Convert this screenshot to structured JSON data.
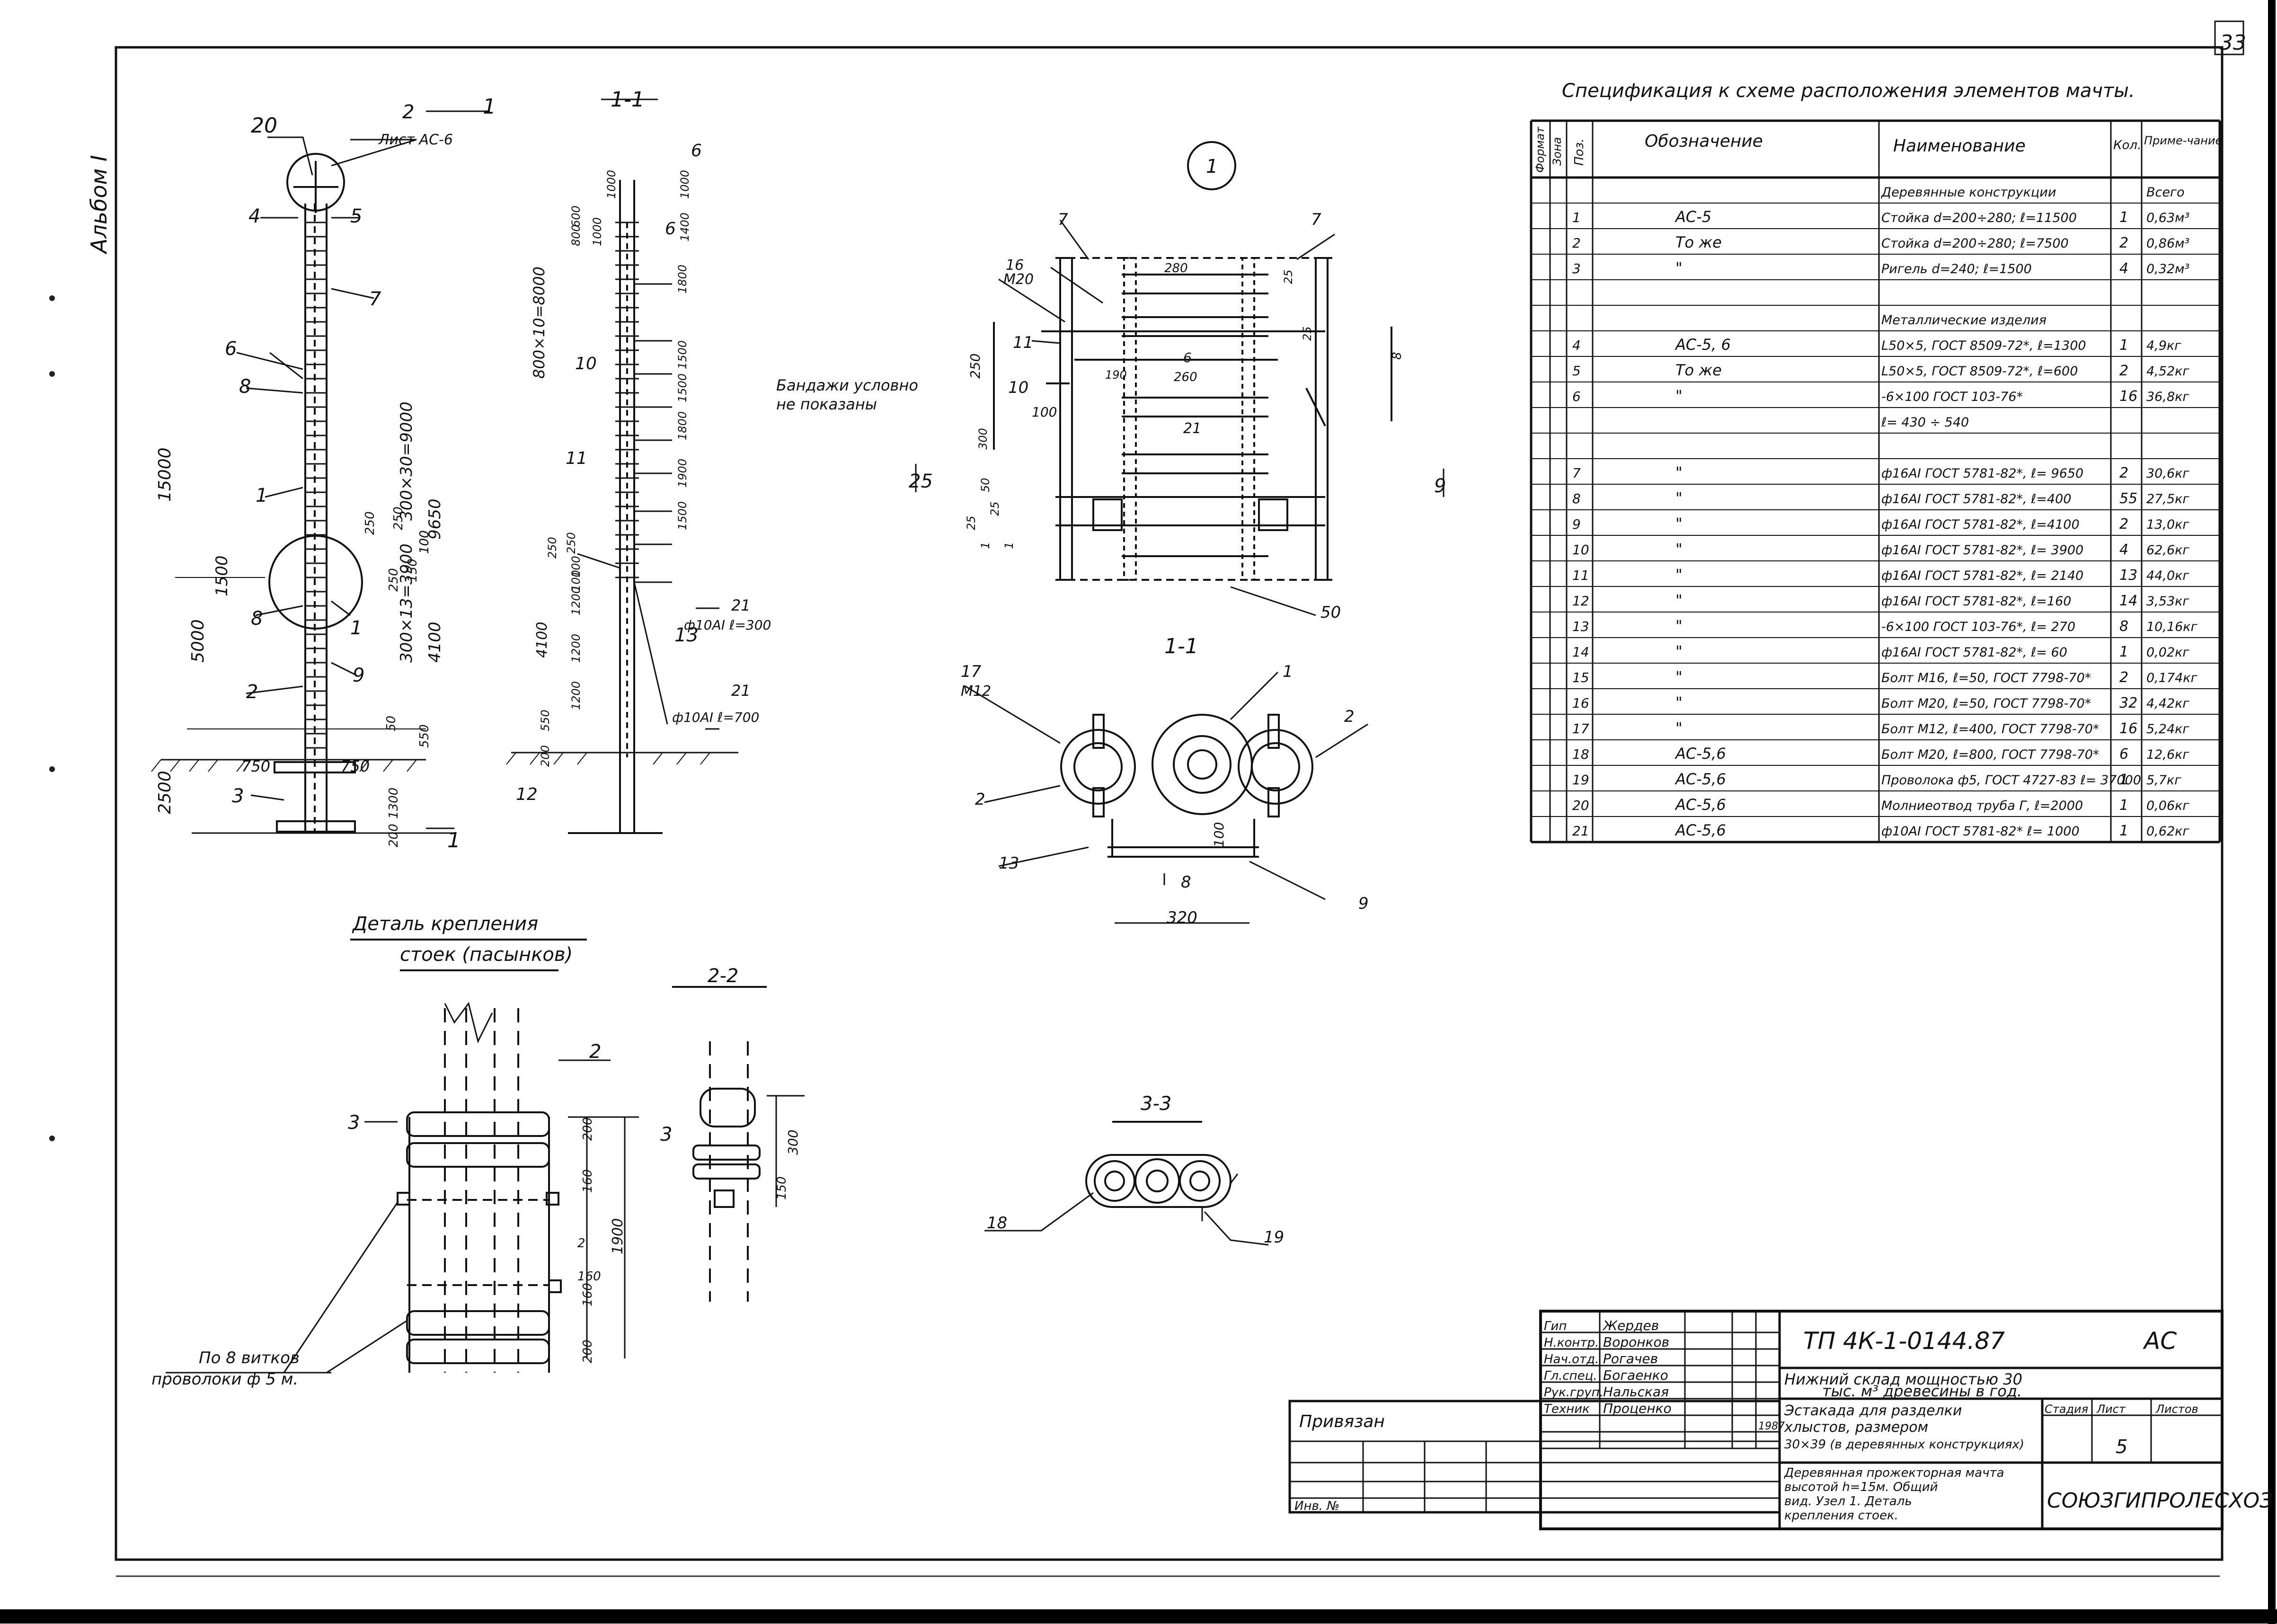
{
  "page_number": "33",
  "album_label": "Альбом I",
  "spec": {
    "title": "Спецификация к схеме расположения элементов мачты.",
    "headers": [
      "Формат",
      "Зона",
      "Поз.",
      "Обозначение",
      "Наименование",
      "Кол.",
      "Приме-чание"
    ],
    "rows": [
      {
        "pos": "",
        "designation": "",
        "name": "Деревянные конструкции",
        "qty": "",
        "note": "Всего"
      },
      {
        "pos": "1",
        "designation": "АС-5",
        "name": "Стойка d=200÷280; ℓ=11500",
        "qty": "1",
        "note": "0,63м³"
      },
      {
        "pos": "2",
        "designation": "То же",
        "name": "Стойка d=200÷280; ℓ=7500",
        "qty": "2",
        "note": "0,86м³"
      },
      {
        "pos": "3",
        "designation": "\"",
        "name": "Ригель d=240; ℓ=1500",
        "qty": "4",
        "note": "0,32м³"
      },
      {
        "pos": "",
        "designation": "",
        "name": "",
        "qty": "",
        "note": ""
      },
      {
        "pos": "",
        "designation": "",
        "name": "Металлические изделия",
        "qty": "",
        "note": ""
      },
      {
        "pos": "4",
        "designation": "АС-5, 6",
        "name": "L50×5, ГОСТ 8509-72*, ℓ=1300",
        "qty": "1",
        "note": "4,9кг"
      },
      {
        "pos": "5",
        "designation": "То же",
        "name": "L50×5, ГОСТ 8509-72*, ℓ=600",
        "qty": "2",
        "note": "4,52кг"
      },
      {
        "pos": "6",
        "designation": "\"",
        "name": "-6×100 ГОСТ 103-76*",
        "qty": "16",
        "note": "36,8кг"
      },
      {
        "pos": "",
        "designation": "",
        "name": "ℓ= 430 ÷ 540",
        "qty": "",
        "note": ""
      },
      {
        "pos": "",
        "designation": "",
        "name": "",
        "qty": "",
        "note": ""
      },
      {
        "pos": "7",
        "designation": "\"",
        "name": "ф16АI ГОСТ 5781-82*, ℓ= 9650",
        "qty": "2",
        "note": "30,6кг"
      },
      {
        "pos": "8",
        "designation": "\"",
        "name": "ф16АI ГОСТ 5781-82*, ℓ=400",
        "qty": "55",
        "note": "27,5кг"
      },
      {
        "pos": "9",
        "designation": "\"",
        "name": "ф16АI ГОСТ 5781-82*, ℓ=4100",
        "qty": "2",
        "note": "13,0кг"
      },
      {
        "pos": "10",
        "designation": "\"",
        "name": "ф16АI ГОСТ 5781-82*, ℓ= 3900",
        "qty": "4",
        "note": "62,6кг"
      },
      {
        "pos": "11",
        "designation": "\"",
        "name": "ф16АI ГОСТ 5781-82*, ℓ= 2140",
        "qty": "13",
        "note": "44,0кг"
      },
      {
        "pos": "12",
        "designation": "\"",
        "name": "ф16АI ГОСТ 5781-82*, ℓ=160",
        "qty": "14",
        "note": "3,53кг"
      },
      {
        "pos": "13",
        "designation": "\"",
        "name": "-6×100 ГОСТ 103-76*, ℓ= 270",
        "qty": "8",
        "note": "10,16кг"
      },
      {
        "pos": "14",
        "designation": "\"",
        "name": "ф16АI ГОСТ 5781-82*, ℓ= 60",
        "qty": "1",
        "note": "0,02кг"
      },
      {
        "pos": "15",
        "designation": "\"",
        "name": "Болт М16, ℓ=50, ГОСТ 7798-70*",
        "qty": "2",
        "note": "0,174кг"
      },
      {
        "pos": "16",
        "designation": "\"",
        "name": "Болт М20, ℓ=50, ГОСТ 7798-70*",
        "qty": "32",
        "note": "4,42кг"
      },
      {
        "pos": "17",
        "designation": "\"",
        "name": "Болт М12, ℓ=400, ГОСТ 7798-70*",
        "qty": "16",
        "note": "5,24кг"
      },
      {
        "pos": "18",
        "designation": "АС-5,6",
        "name": "Болт М20, ℓ=800, ГОСТ 7798-70*",
        "qty": "6",
        "note": "12,6кг"
      },
      {
        "pos": "19",
        "designation": "АС-5,6",
        "name": "Проволока ф5, ГОСТ 4727-83 ℓ= 37000",
        "qty": "1",
        "note": "5,7кг"
      },
      {
        "pos": "20",
        "designation": "АС-5,6",
        "name": "Молниеотвод труба Г, ℓ=2000",
        "qty": "1",
        "note": "0,06кг"
      },
      {
        "pos": "21",
        "designation": "АС-5,6",
        "name": "ф10АI ГОСТ 5781-82* ℓ= 1000",
        "qty": "1",
        "note": "0,62кг"
      }
    ]
  },
  "drawings": {
    "elevation_labels": [
      "20",
      "2",
      "Лист АС-6",
      "1",
      "4",
      "5",
      "7",
      "6",
      "8",
      "15000",
      "1",
      "1500",
      "8",
      "1",
      "5000",
      "2",
      "9",
      "750",
      "750",
      "3",
      "2500",
      "300×30=9000",
      "9650",
      "300×13=3900",
      "4100",
      "250",
      "250",
      "100",
      "150",
      "100",
      "50",
      "550",
      "200",
      "1300",
      "250",
      "1"
    ],
    "section_1_1_title": "1-1",
    "section_1_1_labels": [
      "6",
      "6",
      "1000",
      "600",
      "800",
      "1000",
      "1000",
      "1400",
      "1800",
      "1500",
      "1500",
      "1800",
      "1900",
      "1500",
      "250",
      "250",
      "10",
      "800×10=8000",
      "11",
      "100",
      "100",
      "1200",
      "1200",
      "1200",
      "4100",
      "550",
      "200",
      "21",
      "ф10АI ℓ=300",
      "13",
      "21",
      "ф10АI ℓ=700",
      "12"
    ],
    "detail_1_circle": "1",
    "detail_1_labels": [
      "7",
      "7",
      "16",
      "М20",
      "280",
      "25",
      "11",
      "6",
      "260",
      "25",
      "10",
      "190",
      "250",
      "100",
      "21",
      "8",
      "300",
      "50",
      "25",
      "25",
      "50",
      "25",
      "9",
      "1",
      "1"
    ],
    "bands_note": "Бандажи условно не показаны",
    "section_1_1b_title": "1-1",
    "section_1_1b_labels": [
      "17",
      "М12",
      "1",
      "2",
      "2",
      "13",
      "100",
      "8",
      "320",
      "9"
    ],
    "fastening_title_line1": "Деталь крепления",
    "fastening_title_line2": "стоек (пасынков)",
    "fastening_labels": [
      "2",
      "3",
      "3",
      "200",
      "160",
      "1900",
      "160",
      "200",
      "160",
      "2"
    ],
    "wire_note_line1": "По 8 витков",
    "wire_note_line2": "проволоки ф 5 м.",
    "section_2_2_title": "2-2",
    "section_2_2_labels": [
      "300",
      "150"
    ],
    "section_3_3_title": "3-3",
    "section_3_3_labels": [
      "18",
      "19"
    ]
  },
  "title_block": {
    "doc_code": "ТП  4К-1-0144.87",
    "stage": "АС",
    "roles": [
      "Гип",
      "Н.контр.",
      "Нач.отд.",
      "Гл.спец.",
      "Рук.груп.",
      "Техник"
    ],
    "names": [
      "Жердев",
      "Воронков",
      "Рогачев",
      "Богаенко",
      "Нальская",
      "Проценко"
    ],
    "year": "1987",
    "project": "Нижний склад мощностью 30 тыс. м³ древесины в год.",
    "object": "Эстакада для разделки хлыстов, размером 30×39 (в деревянных конструкциях)",
    "stage_head": "Стадия",
    "sheet_head": "Лист",
    "sheets_head": "Листов",
    "sheet_no": "5",
    "description": "Деревянная прожекторная мачта высотой h=15м. Общий вид. Узел 1. Деталь крепления стоек.",
    "organization": "СОЮЗГИПРОЛЕСХОЗ",
    "bound_label": "Привязан",
    "inv_label": "Инв. №"
  }
}
